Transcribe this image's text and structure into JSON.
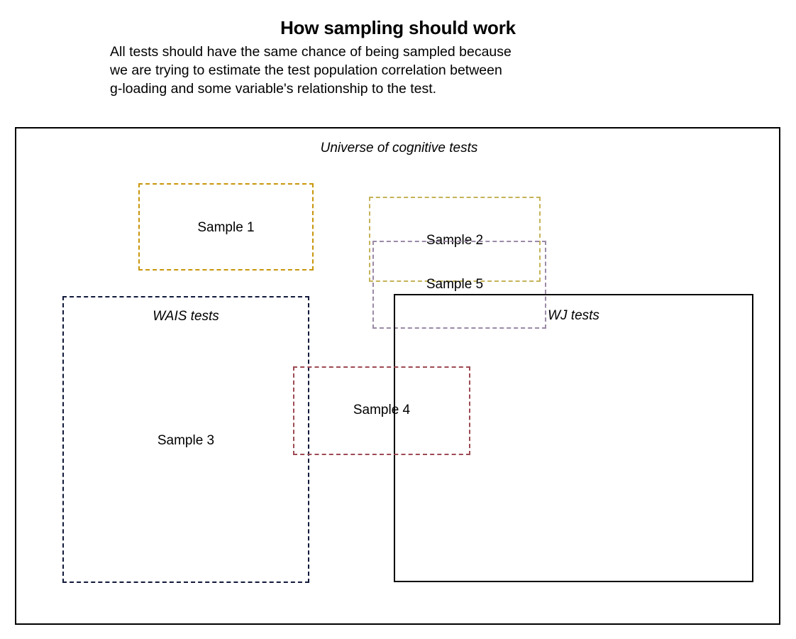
{
  "header": {
    "title": "How sampling should work",
    "subtitle": "All tests should have the same chance of being sampled because\nwe are trying to estimate the test population correlation between\ng-loading and some variable's relationship to the test."
  },
  "diagram": {
    "universe_label": "Universe of cognitive tests",
    "frame_color": "#000000",
    "regions": [
      {
        "id": "wais",
        "label": "WAIS tests",
        "style": "dashed",
        "color": "#10193a",
        "italic": true
      },
      {
        "id": "wj",
        "label": "WJ tests",
        "style": "solid",
        "color": "#000000",
        "italic": true
      }
    ],
    "samples": [
      {
        "id": "sample1",
        "label": "Sample 1",
        "style": "dashed",
        "color": "#c8960c"
      },
      {
        "id": "sample2",
        "label": "Sample 2",
        "style": "dashed",
        "color": "#c5b358"
      },
      {
        "id": "sample3",
        "label": "Sample 3",
        "style": "dashed",
        "color": "#10193a"
      },
      {
        "id": "sample4",
        "label": "Sample 4",
        "style": "dashed",
        "color": "#9e4a53"
      },
      {
        "id": "sample5",
        "label": "Sample 5",
        "style": "dashed",
        "color": "#9b8aa6"
      }
    ]
  }
}
